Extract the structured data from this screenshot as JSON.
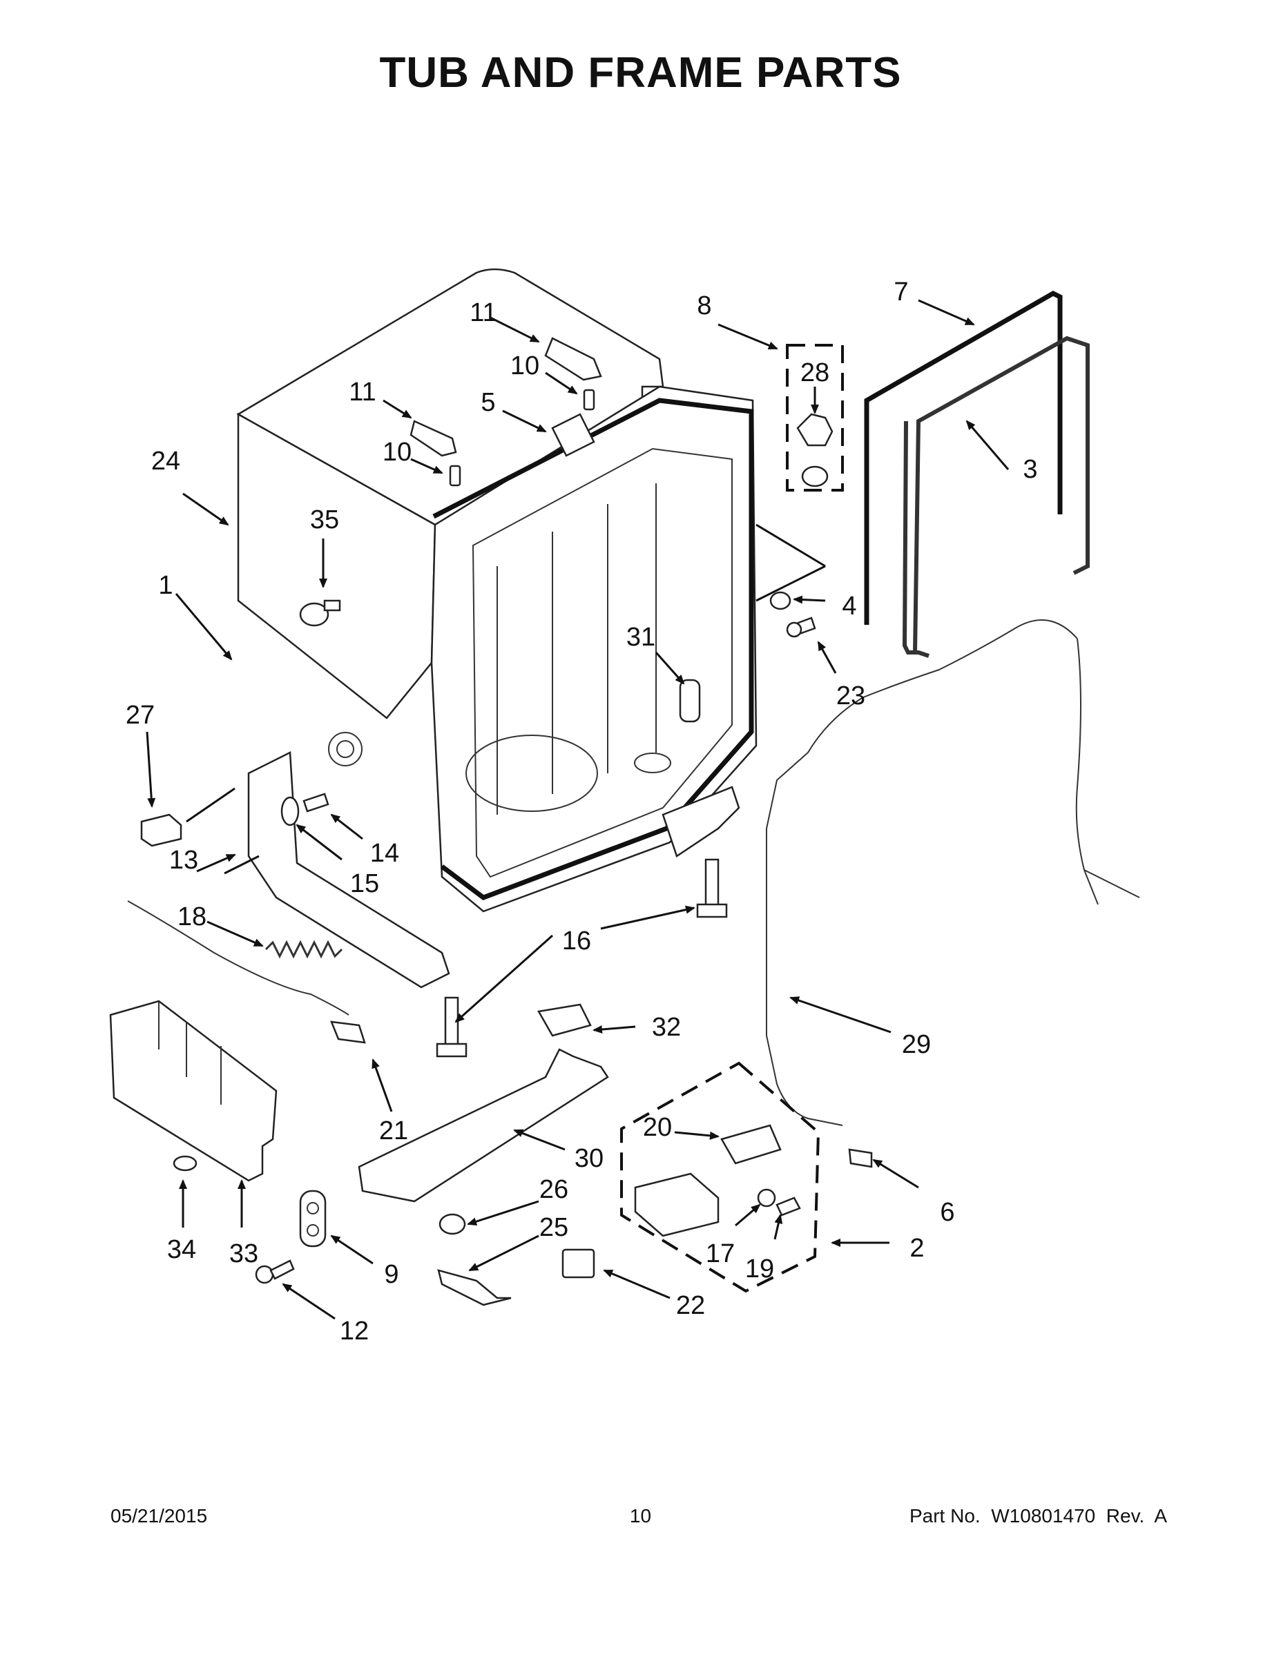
{
  "title": "TUB AND FRAME PARTS",
  "footer": {
    "date": "05/21/2015",
    "page": "10",
    "part_no": "Part No.  W10801470  Rev.  A"
  },
  "callouts": {
    "c1": "1",
    "c2": "2",
    "c3": "3",
    "c4": "4",
    "c5": "5",
    "c6": "6",
    "c7": "7",
    "c8": "8",
    "c9": "9",
    "c10a": "10",
    "c10b": "10",
    "c11a": "11",
    "c11b": "11",
    "c12": "12",
    "c13": "13",
    "c14": "14",
    "c15": "15",
    "c16": "16",
    "c17": "17",
    "c18": "18",
    "c19": "19",
    "c20": "20",
    "c21": "21",
    "c22": "22",
    "c23": "23",
    "c24": "24",
    "c25": "25",
    "c26": "26",
    "c27": "27",
    "c28": "28",
    "c29": "29",
    "c30": "30",
    "c31": "31",
    "c32": "32",
    "c33": "33",
    "c34": "34",
    "c35": "35"
  }
}
